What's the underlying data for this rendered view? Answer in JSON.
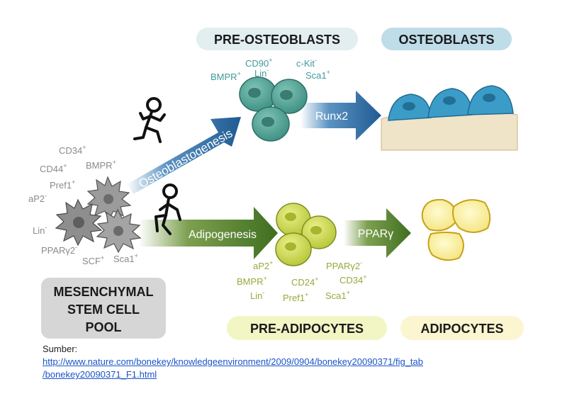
{
  "labels": {
    "pre_osteoblasts": "PRE-OSTEOBLASTS",
    "osteoblasts": "OSTEOBLASTS",
    "pre_adipocytes": "PRE-ADIPOCYTES",
    "adipocytes": "ADIPOCYTES",
    "msc_line1": "MESENCHYMAL",
    "msc_line2": "STEM CELL",
    "msc_line3": "POOL"
  },
  "arrows": {
    "osteoblastogenesis": "Osteoblastogenesis",
    "runx2": "Runx2",
    "adipogenesis": "Adipogenesis",
    "ppar": "PPARγ"
  },
  "markers": {
    "msc": {
      "cd34": {
        "base": "CD34",
        "sup": "+"
      },
      "cd44": {
        "base": "CD44",
        "sup": "+"
      },
      "bmpr": {
        "base": "BMPR",
        "sup": "+"
      },
      "pref1": {
        "base": "Pref1",
        "sup": "+"
      },
      "ap2": {
        "base": "aP2",
        "sup": "-"
      },
      "lin": {
        "base": "Lin",
        "sup": "-"
      },
      "ppar": {
        "base": "PPARγ2",
        "sup": "-"
      },
      "scf": {
        "base": "SCF",
        "sup": "+"
      },
      "sca1": {
        "base": "Sca1",
        "sup": "+"
      }
    },
    "pre_osteo": {
      "cd90": {
        "base": "CD90",
        "sup": "+"
      },
      "ckit": {
        "base": "c-Kit",
        "sup": "-"
      },
      "bmpr": {
        "base": "BMPR",
        "sup": "+"
      },
      "lin": {
        "base": "Lin",
        "sup": "-"
      },
      "sca1": {
        "base": "Sca1",
        "sup": "+"
      }
    },
    "pre_adipo": {
      "ap2": {
        "base": "aP2",
        "sup": "+"
      },
      "ppar": {
        "base": "PPARγ2",
        "sup": "-"
      },
      "bmpr": {
        "base": "BMPR",
        "sup": "+"
      },
      "cd24": {
        "base": "CD24",
        "sup": "+"
      },
      "cd34": {
        "base": "CD34",
        "sup": "+"
      },
      "lin": {
        "base": "Lin",
        "sup": "-"
      },
      "pref1": {
        "base": "Pref1",
        "sup": "+"
      },
      "sca1": {
        "base": "Sca1",
        "sup": "+"
      }
    }
  },
  "source": {
    "label": "Sumber:",
    "link_line1": "http://www.nature.com/bonekey/knowledgeenvironment/2009/0904/bonekey20090371/fig_tab",
    "link_line2": "/bonekey20090371_F1.html"
  },
  "colors": {
    "osteo_blue": "#2f6fa6",
    "osteo_text": "#3f9a9a",
    "adipo_green": "#4f7f2a",
    "adipo_text": "#9aa83a",
    "msc_gray": "#8a8a8a"
  }
}
